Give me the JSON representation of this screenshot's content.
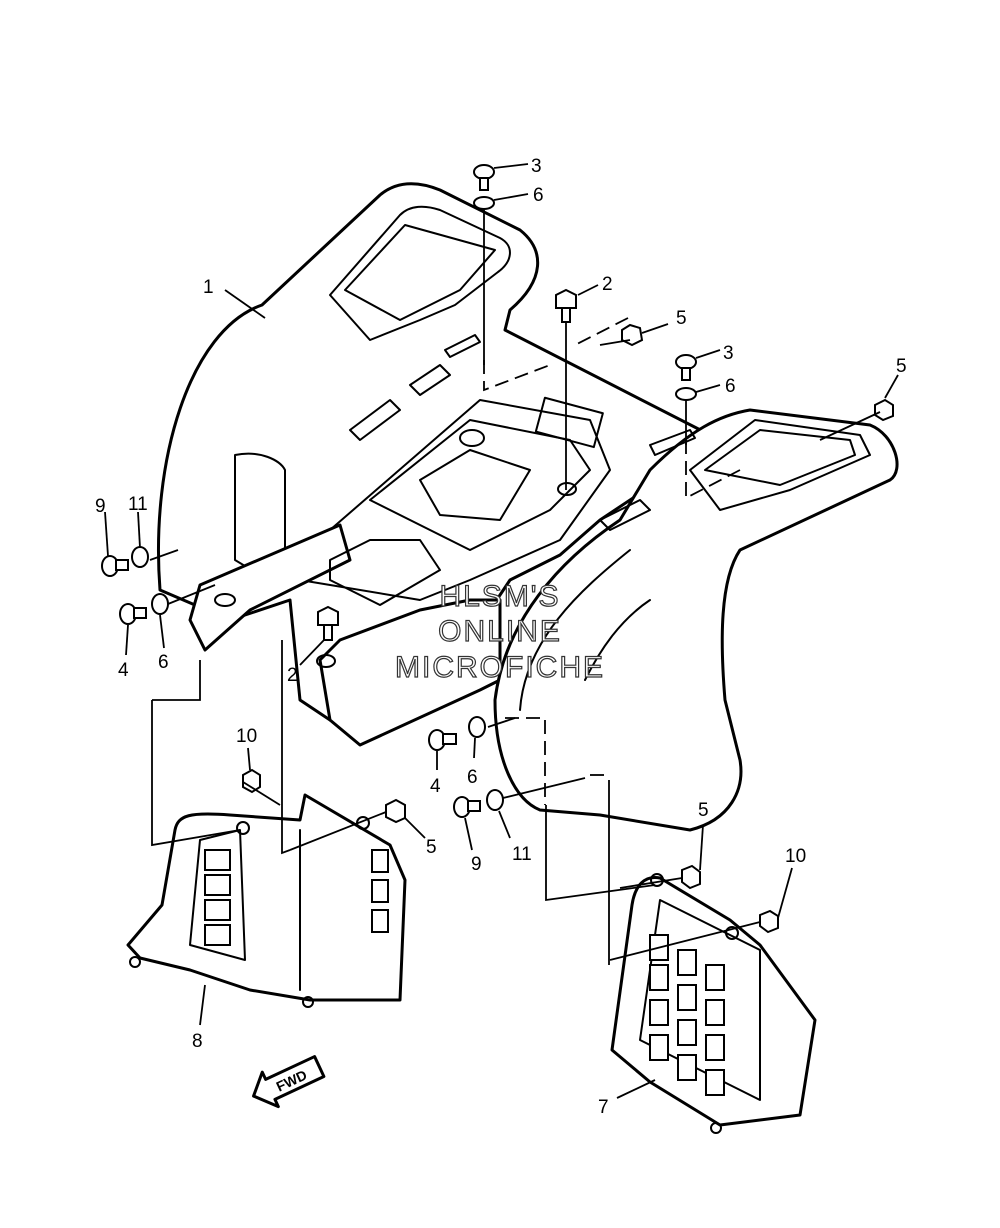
{
  "diagram": {
    "callouts": [
      "1",
      "2",
      "2",
      "3",
      "3",
      "4",
      "4",
      "5",
      "5",
      "5",
      "5",
      "6",
      "6",
      "6",
      "6",
      "7",
      "8",
      "9",
      "9",
      "10",
      "10",
      "11",
      "11"
    ],
    "fwd_label": "FWD",
    "watermark": [
      "HLSM'S",
      "ONLINE",
      "MICROFICHE"
    ]
  }
}
